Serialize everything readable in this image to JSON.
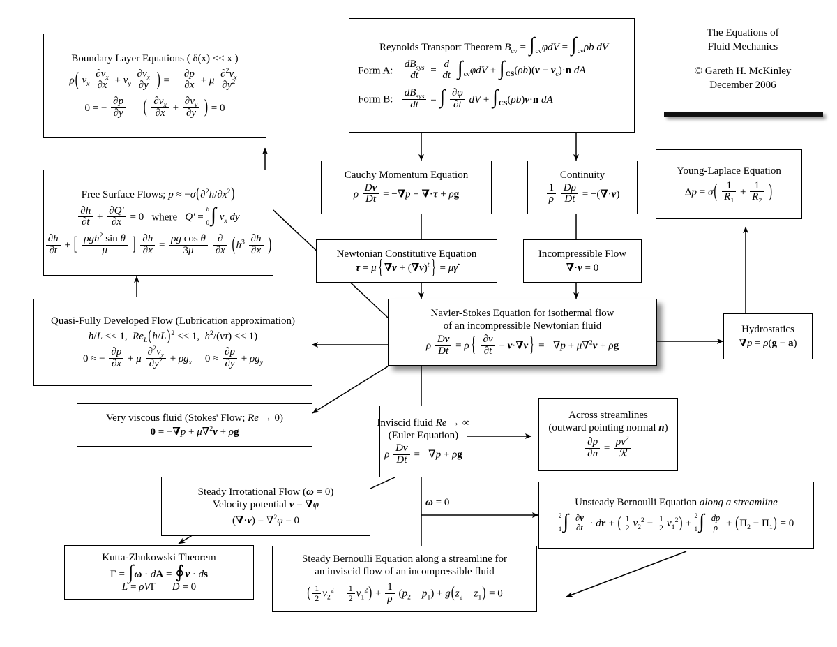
{
  "header": {
    "title_line1": "The Equations of",
    "title_line2": "Fluid Mechanics",
    "copyright": "© Gareth H. McKinley",
    "date": "December 2006"
  },
  "boxes": {
    "reynolds": {
      "title": "Reynolds Transport Theorem",
      "title_math": "B_cv = ∫_cv φ dV = ∫_cv ρb dV",
      "form_a_label": "Form A:",
      "form_a": "dB_sys/dt = d/dt ∫_cv φ dV + ∫_CS (ρb)(v − v_c)·n dA",
      "form_b_label": "Form B:",
      "form_b": "dB_sys/dt = ∫ ∂φ/∂t dV + ∫_CS (ρb)v·n dA"
    },
    "boundary_layer": {
      "title": "Boundary Layer Equations ( δ(x) << x )",
      "eq1": "ρ( v_x ∂v_x/∂x + v_y ∂v_x/∂y ) = −∂p/∂x + μ ∂²v_x/∂y²",
      "eq2": "0 = −∂p/∂y",
      "eq3": "( ∂v_x/∂x + ∂v_y/∂y ) = 0"
    },
    "free_surface": {
      "title": "Free Surface Flows; p ≈ −σ( ∂²h/∂x² )",
      "eq1": "∂h/∂t + ∂Q′/∂x = 0",
      "eq1_where": "where",
      "eq1_where_math": "Q′ = ∫₀ʰ v_x dy",
      "eq2": "∂h/∂t + [ ρgh² sinθ / μ ] ∂h/∂x = ρg cosθ / 3μ · ∂/∂x ( h³ ∂h/∂x )"
    },
    "quasi_fully_developed": {
      "title": "Quasi-Fully Developed Flow (Lubrication approximation)",
      "conditions": "h/L << 1,  Re_L (h/L)² << 1,  h²/(ντ) << 1)",
      "eq1": "0 ≈ −∂p/∂x + μ ∂²v_x/∂y² + ρg_x",
      "eq2": "0 ≈ ∂p/∂y + ρg_y"
    },
    "cauchy": {
      "title": "Cauchy Momentum Equation",
      "eq": "ρ Dv/Dt = −∇p + ∇·τ + ρg"
    },
    "newtonian": {
      "title": "Newtonian Constitutive Equation",
      "eq": "τ = μ{ ∇v + (∇v)ᵗ } = μγ̇"
    },
    "continuity": {
      "title": "Continuity",
      "eq": "(1/ρ) Dρ/Dt = −(∇·v)"
    },
    "incompressible": {
      "title": "Incompressible Flow",
      "eq": "∇·v = 0"
    },
    "young_laplace": {
      "title": "Young-Laplace Equation",
      "eq": "Δp = σ( 1/R₁ + 1/R₂ )"
    },
    "navier_stokes": {
      "title_line1": "Navier-Stokes Equation for isothermal flow",
      "title_line2": "of an incompressible Newtonian fluid",
      "eq": "ρ Dv/Dt = ρ{ ∂v/∂t + v·∇v } = −∇p + μ∇²v + ρg"
    },
    "hydrostatics": {
      "title": "Hydrostatics",
      "eq": "∇p = ρ(g − a)"
    },
    "stokes": {
      "title": "Very viscous fluid (Stokes' Flow; Re → 0)",
      "eq": "0 = −∇p + μ∇²v + ρg"
    },
    "inviscid": {
      "title_line1": "Inviscid fluid Re → ∞",
      "title_line2": "(Euler Equation)",
      "eq": "ρ Dv/Dt = −∇p + ρg"
    },
    "across_streamlines": {
      "title_line1": "Across streamlines",
      "title_line2": "(outward pointing normal n)",
      "eq": "∂p/∂n = ρv²/ℛ"
    },
    "irrotational": {
      "title_line1": "Steady Irrotational Flow (ω = 0)",
      "title_line2": "Velocity potential v = ∇φ",
      "eq": "(∇·v) = ∇²φ = 0"
    },
    "unsteady_bernoulli": {
      "title": "Unsteady Bernoulli Equation",
      "title_em": "along a streamline",
      "eq": "∫₁² ∂v/∂t · dr + ( ½v₂² − ½v₁² ) + ∫₁² dp/ρ + (Π₂ − Π₁) = 0"
    },
    "kutta": {
      "title": "Kutta-Zhukowski Theorem",
      "eq1": "Γ = ∫ ω · dA = ∮ v · ds",
      "eq2a": "L = ρVΓ",
      "eq2b": "D = 0"
    },
    "steady_bernoulli": {
      "title_line1": "Steady Bernoulli Equation along a streamline for",
      "title_line2": "an inviscid flow of an incompressible fluid",
      "eq": "( ½v₂² − ½v₁² ) + (1/ρ)(p₂ − p₁) + g(z₂ − z₁) = 0"
    }
  },
  "annotations": {
    "vorticity_zero": "ω = 0"
  },
  "colors": {
    "background": "#ffffff",
    "ink": "#000000",
    "shadow": "rgba(0,0,0,0.45)"
  }
}
